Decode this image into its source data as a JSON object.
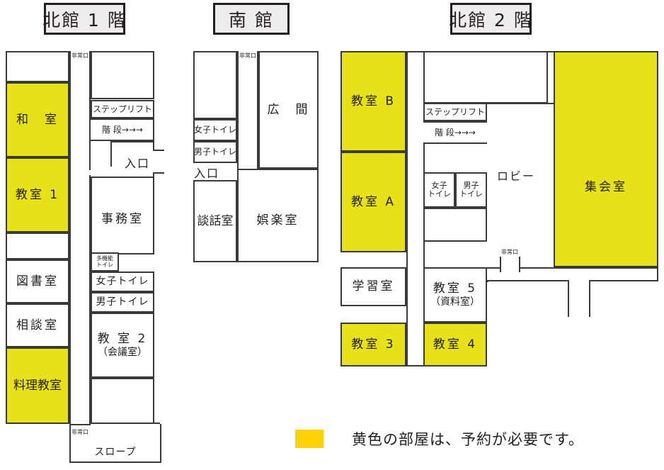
{
  "buildings": [
    {
      "id": "north-1f",
      "title": "北館 1 階",
      "rooms": [
        {
          "name": "blank-room-n1-top",
          "label": "",
          "highlight": false
        },
        {
          "name": "washitsu",
          "label": "和　室",
          "highlight": true
        },
        {
          "name": "classroom-1",
          "label": "教室 1",
          "highlight": true
        },
        {
          "name": "blank-room-n1-mid",
          "label": "",
          "highlight": false
        },
        {
          "name": "library",
          "label": "図書室",
          "highlight": false
        },
        {
          "name": "consultation-room",
          "label": "相談室",
          "highlight": false
        },
        {
          "name": "cooking-classroom",
          "label": "料理教室",
          "highlight": true
        },
        {
          "name": "blank-room-n1-upper-right",
          "label": "",
          "highlight": false
        },
        {
          "name": "step-lift",
          "label": "ステップリフト",
          "highlight": false
        },
        {
          "name": "stairs",
          "label": "階 段→→→",
          "highlight": false
        },
        {
          "name": "office",
          "label": "事務室",
          "highlight": false
        },
        {
          "name": "multipurpose-toilet",
          "label": "多機能\nトイレ",
          "highlight": false
        },
        {
          "name": "womens-toilet",
          "label": "女子トイレ",
          "highlight": false
        },
        {
          "name": "mens-toilet",
          "label": "男子トイレ",
          "highlight": false
        },
        {
          "name": "classroom-2",
          "label": "教 室 2",
          "sublabel": "（会議室）",
          "highlight": false
        },
        {
          "name": "blank-room-n1-bottom",
          "label": "",
          "highlight": false
        },
        {
          "name": "slope",
          "label": "スロープ",
          "highlight": false
        }
      ],
      "markers": [
        {
          "name": "emergency-exit-top",
          "label": "非常口"
        },
        {
          "name": "entrance",
          "label": "入口"
        },
        {
          "name": "emergency-exit-bottom",
          "label": "非常口"
        }
      ]
    },
    {
      "id": "south",
      "title": "南 館",
      "rooms": [
        {
          "name": "blank-room-s-topleft",
          "label": "",
          "highlight": false
        },
        {
          "name": "womens-toilet",
          "label": "女子トイレ",
          "highlight": false
        },
        {
          "name": "mens-toilet",
          "label": "男子トイレ",
          "highlight": false
        },
        {
          "name": "hall",
          "label": "広　間",
          "highlight": false
        },
        {
          "name": "lounge",
          "label": "談話室",
          "highlight": false
        },
        {
          "name": "recreation-room",
          "label": "娯楽室",
          "highlight": false
        }
      ],
      "markers": [
        {
          "name": "emergency-exit",
          "label": "非常口"
        },
        {
          "name": "entrance",
          "label": "入口"
        }
      ]
    },
    {
      "id": "north-2f",
      "title": "北館 2 階",
      "rooms": [
        {
          "name": "classroom-b",
          "label": "教室 B",
          "highlight": true
        },
        {
          "name": "classroom-a",
          "label": "教室 A",
          "highlight": true
        },
        {
          "name": "study-room",
          "label": "学習室",
          "highlight": false
        },
        {
          "name": "classroom-3",
          "label": "教室 3",
          "highlight": true
        },
        {
          "name": "blank-room-n2-top",
          "label": "",
          "highlight": false
        },
        {
          "name": "step-lift",
          "label": "ステップリフト",
          "highlight": false
        },
        {
          "name": "stairs",
          "label": "階 段→→→",
          "highlight": false
        },
        {
          "name": "womens-toilet",
          "label": "女子\nトイレ",
          "highlight": false
        },
        {
          "name": "mens-toilet",
          "label": "男子\nトイレ",
          "highlight": false
        },
        {
          "name": "blank-room-n2-toilet-lower",
          "label": "",
          "highlight": false
        },
        {
          "name": "classroom-5",
          "label": "教室 5",
          "sublabel": "（資料室）",
          "highlight": false
        },
        {
          "name": "classroom-4",
          "label": "教室 4",
          "highlight": true
        },
        {
          "name": "assembly-hall",
          "label": "集会室",
          "highlight": true
        }
      ],
      "markers": [
        {
          "name": "lobby",
          "label": "ロビー"
        },
        {
          "name": "emergency-exit",
          "label": "非常口"
        }
      ]
    }
  ],
  "legend": {
    "swatch_color": "#ffd207",
    "text": "黄色の部屋は、予約が必要です。"
  },
  "colors": {
    "room_highlight": "#e6e118",
    "wall": "#3a3a3a",
    "plaque_fill": "#ededed",
    "plaque_border": "#231f20",
    "text": "#231f20"
  }
}
